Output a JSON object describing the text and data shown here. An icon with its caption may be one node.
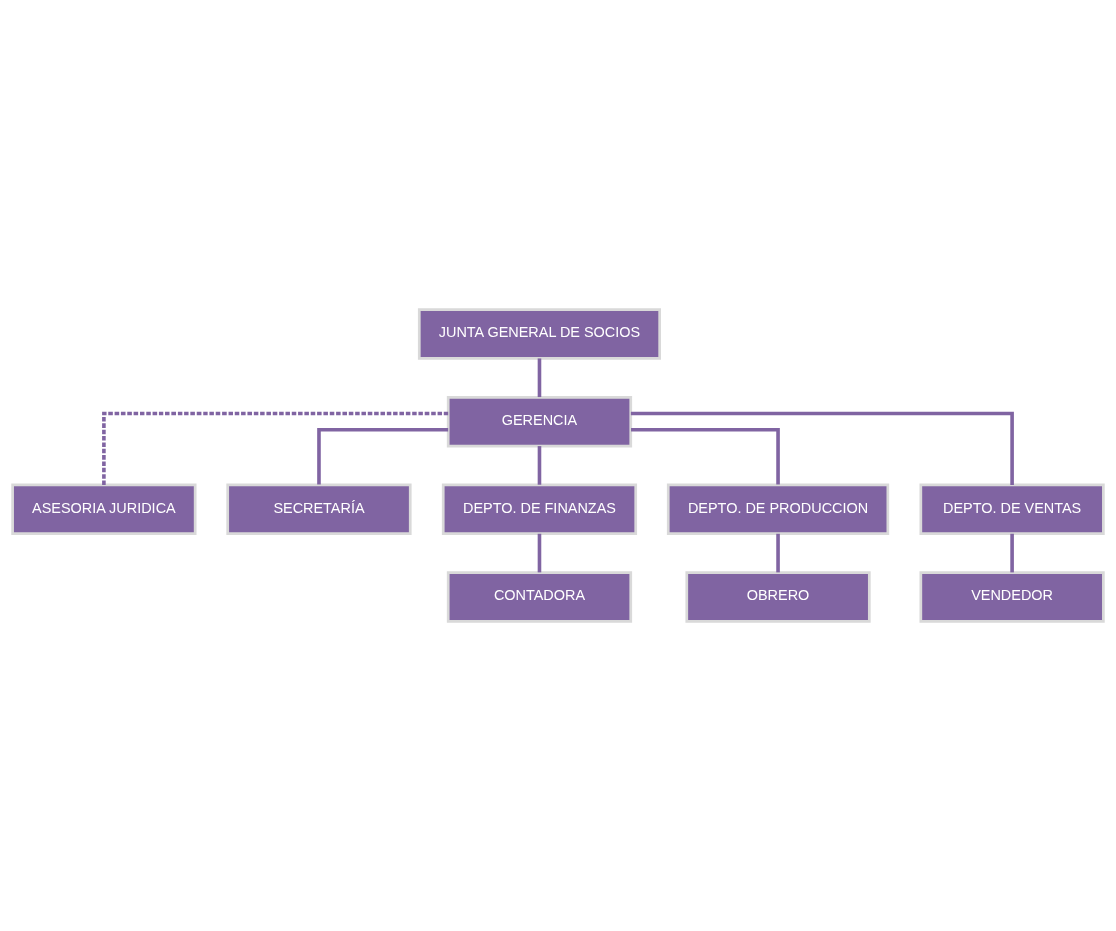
{
  "diagram": {
    "nodes": [
      {
        "text": [
          "JUNTA GENERAL DE SOCIOS"
        ]
      },
      {
        "text": [
          "GERENCIA"
        ]
      },
      {
        "text": [
          "ASESORIA JURIDICA"
        ]
      },
      {
        "text": [
          "SECRETARÍA"
        ]
      },
      {
        "text": [
          "DEPTO. DE FINANZAS"
        ]
      },
      {
        "text": [
          "DEPTO. DE PRODUCCION"
        ]
      },
      {
        "text": [
          "DEPTO. DE VENTAS"
        ]
      },
      {
        "text": [
          "CONTADORA"
        ]
      },
      {
        "text": [
          "OBRERO"
        ]
      },
      {
        "text": [
          "VENDEDOR"
        ]
      }
    ],
    "edges": [
      {
        "from": 0,
        "to": 1,
        "arrow": "none"
      },
      {
        "from": 1,
        "to": 2,
        "arrow": "none",
        "style": "dashed"
      },
      {
        "from": 1,
        "to": 3,
        "arrow": "none"
      },
      {
        "from": 1,
        "to": 4,
        "arrow": "none"
      },
      {
        "from": 1,
        "to": 5,
        "arrow": "none"
      },
      {
        "from": 1,
        "to": 6,
        "arrow": "none"
      },
      {
        "from": 4,
        "to": 7,
        "arrow": "none"
      },
      {
        "from": 5,
        "to": 8,
        "arrow": "none"
      },
      {
        "from": 6,
        "to": 9,
        "arrow": "none"
      }
    ]
  }
}
